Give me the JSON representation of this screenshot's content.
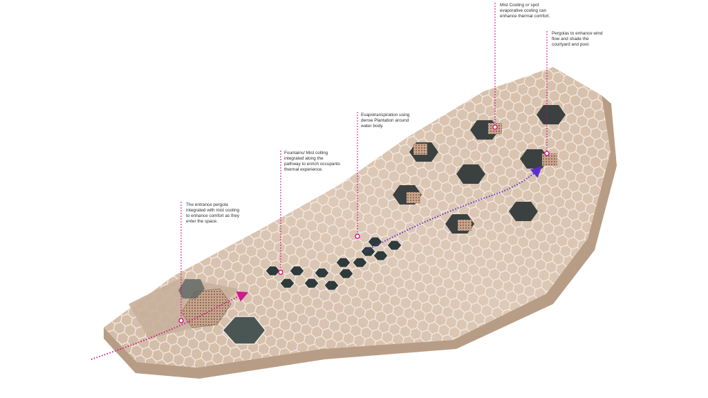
{
  "annotations": [
    {
      "id": "entrance-pergola",
      "text": "The entrance pergola integrated with mist cooling to enhance comfort as they enter the space."
    },
    {
      "id": "fountains-mist",
      "text": "Fountains/ Mist colling integrated along the pathway to enrich occupants thermal experience."
    },
    {
      "id": "evapotranspiration",
      "text": "Evapotranspiration using dense Plantation around water body."
    },
    {
      "id": "mist-cooling",
      "text": "Mist Cooling or spot evaporative cooling can enhance thermal comfort."
    },
    {
      "id": "pergolas",
      "text": "Pergolas to enhance wind flow and shade the courtyard and pool."
    }
  ],
  "colors": {
    "platform": "#d9c3b0",
    "platform_side": "#b89d86",
    "tile_line": "#f6efe8",
    "water": "#2f3b3a",
    "leader": "#d6007e",
    "path_magenta": "#cc1a8c",
    "path_purple": "#5a2fd0"
  }
}
